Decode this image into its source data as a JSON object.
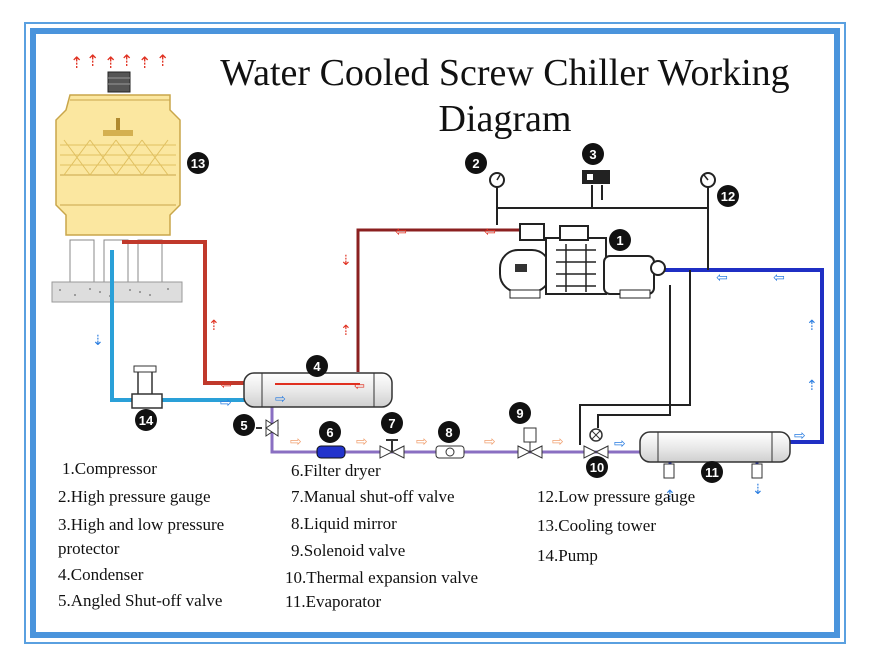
{
  "title_line1": "Water Cooled Screw Chiller Working",
  "title_line2": "Diagram",
  "badges": [
    "1",
    "2",
    "3",
    "4",
    "5",
    "6",
    "7",
    "8",
    "9",
    "10",
    "11",
    "12",
    "13",
    "14"
  ],
  "legend": {
    "col1": [
      "1.Compressor",
      "2.High pressure gauge",
      "3.High and low pressure",
      "protector",
      "4.Condenser",
      "5.Angled Shut-off valve"
    ],
    "col2": [
      "6.Filter dryer",
      "7.Manual shut-off valve",
      "8.Liquid mirror",
      "9.Solenoid valve",
      "10.Thermal expansion valve",
      "11.Evaporator"
    ],
    "col3": [
      "12.Low pressure gauge",
      "13.Cooling tower",
      "14.Pump"
    ]
  },
  "colors": {
    "frame": "#4a94dc",
    "hot_pipe": "#c0392b",
    "cold_pipe": "#1f2fc4",
    "tower_water": "#2aa0d8",
    "refrigerant_line": "#8a6fc2",
    "arrow_red": "#e03020",
    "arrow_blue": "#2a7de0",
    "arrow_orange": "#f0a070",
    "tower_fill": "#fbe7a0"
  }
}
